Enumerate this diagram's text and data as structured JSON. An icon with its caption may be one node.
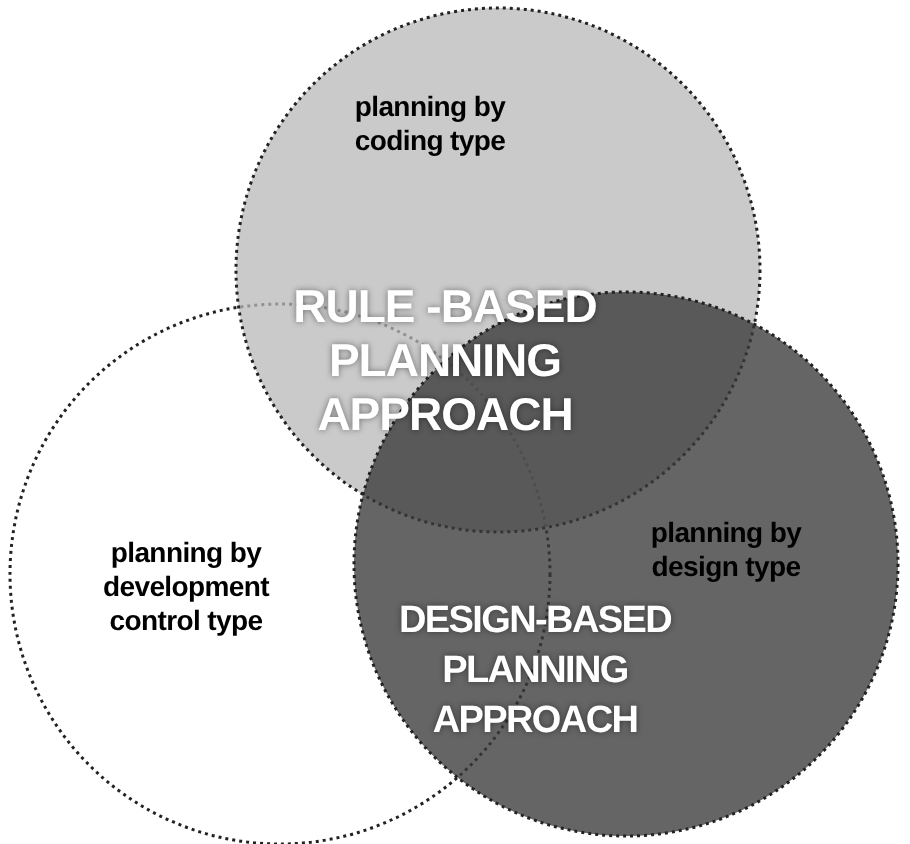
{
  "diagram": {
    "nodes": [
      {
        "text": [
          "planning by coding type"
        ]
      },
      {
        "text": [
          "planning by development control type"
        ]
      },
      {
        "text": [
          "planning by design type"
        ]
      }
    ],
    "labels": [
      "RULE -BASED PLANNING APPROACH",
      "DESIGN-BASED PLANNING APPROACH"
    ]
  }
}
